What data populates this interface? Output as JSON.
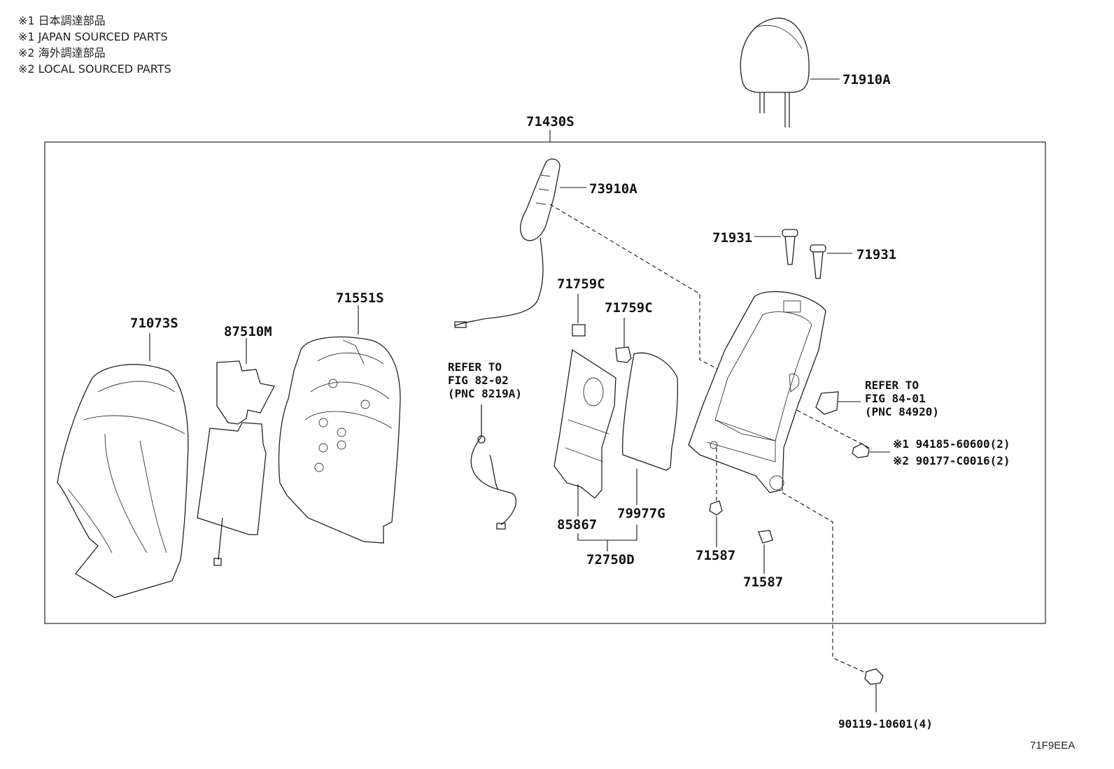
{
  "notes": [
    "※1 日本調達部品",
    "※1 JAPAN SOURCED PARTS",
    "※2 海外調達部品",
    "※2 LOCAL SOURCED PARTS"
  ],
  "labels": {
    "p71910A": "71910A",
    "p71430S": "71430S",
    "p73910A": "73910A",
    "p71931a": "71931",
    "p71931b": "71931",
    "p71759Ca": "71759C",
    "p71759Cb": "71759C",
    "p71551S": "71551S",
    "p71073S": "71073S",
    "p87510M": "87510M",
    "p85867": "85867",
    "p79977G": "79977G",
    "p72750D": "72750D",
    "p71587a": "71587",
    "p71587b": "71587",
    "p94185": "※1 94185-60600(2)",
    "p90177": "※2 90177-C0016(2)",
    "p90119": "90119-10601(4)"
  },
  "refs": {
    "ref1": [
      "REFER TO",
      "FIG 82-02",
      "(PNC 8219A)"
    ],
    "ref2": [
      "REFER TO",
      "FIG 84-01",
      "(PNC 84920)"
    ]
  },
  "code": "71F9EEA"
}
